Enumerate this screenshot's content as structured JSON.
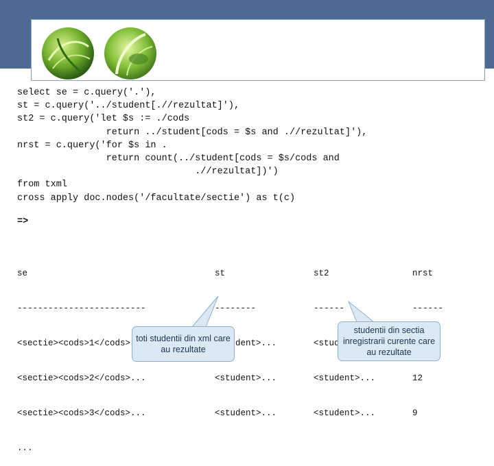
{
  "slide": {
    "title": "C09 - DS"
  },
  "code": {
    "lines": [
      "select se = c.query('.'),",
      "st = c.query('../student[.//rezultat]'),",
      "st2 = c.query('let $s := ./cods",
      "                return ../student[cods = $s and .//rezultat]'),",
      "nrst = c.query('for $s in .",
      "                return count(../student[cods = $s/cods and",
      "                                .//rezultat])')",
      "from txml",
      "cross apply doc.nodes('/facultate/sectie') as t(c)"
    ],
    "arrow": "=>"
  },
  "results": {
    "se": {
      "header": "se",
      "rule": "-------------------------",
      "rows": [
        "<sectie><cods>1</cods>...",
        "<sectie><cods>2</cods>...",
        "<sectie><cods>3</cods>...",
        "..."
      ]
    },
    "st": {
      "header": "st",
      "rule": "--------",
      "rows": [
        "<student>...",
        "<student>...",
        "<student>..."
      ]
    },
    "st2": {
      "header": "st2",
      "rule": "------",
      "rows": [
        "<student>...",
        "<student>...",
        "<student>..."
      ]
    },
    "nrst": {
      "header": "nrst",
      "rule": "------",
      "rows": [
        "4",
        "12",
        "9"
      ]
    }
  },
  "callouts": {
    "st_note": "toti studentii din xml care au rezultate",
    "st2_note": "studentii din sectia inregistrarii curente care au rezultate"
  },
  "colors": {
    "band": "#4d6b92",
    "callout_fill": "#dbe9f4",
    "callout_border": "#8fb0cc"
  }
}
